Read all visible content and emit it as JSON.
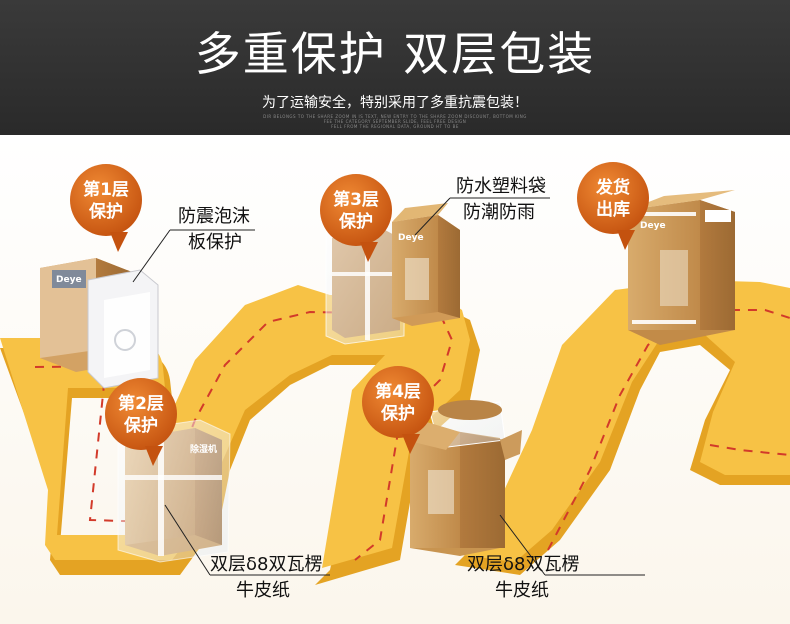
{
  "header": {
    "title": "多重保护 双层包装",
    "subtitle": "为了运输安全，特别采用了多重抗震包装！",
    "fineprint": [
      "DIR BELONGS TO THE SHARE ZOOM IN IS TEXT, NEW ENTRY TO THE SHARE ZOOM DISCOUNT, BOTTOM KING",
      "FEE THE CATEGORY SEPTEMBER SLIDE, FEEL FREE DESIGN",
      "FELL FROM THE REGIONAL DATA, GROUND HT TO BE"
    ]
  },
  "badges": {
    "layer1": [
      "第1层",
      "保护"
    ],
    "layer2": [
      "第2层",
      "保护"
    ],
    "layer3": [
      "第3层",
      "保护"
    ],
    "layer4": [
      "第4层",
      "保护"
    ],
    "ship": [
      "发货",
      "出库"
    ]
  },
  "callouts": {
    "foam": [
      "防震泡沫",
      "板保护"
    ],
    "plastic": [
      "防水塑料袋",
      "防潮防雨"
    ],
    "kraft_left": [
      "双层δ8双瓦楞",
      "牛皮纸"
    ],
    "kraft_right": [
      "双层δ8双瓦楞",
      "牛皮纸"
    ]
  },
  "box_labels": {
    "brand": "Deye",
    "product": "除湿机"
  },
  "colors": {
    "header_bg": "#2e2e2e",
    "road_top": "#f7c04a",
    "road_side": "#e3a21f",
    "badge": "#d9661c",
    "cardboard": "#c99a5b",
    "dash": "#d23a2a"
  }
}
